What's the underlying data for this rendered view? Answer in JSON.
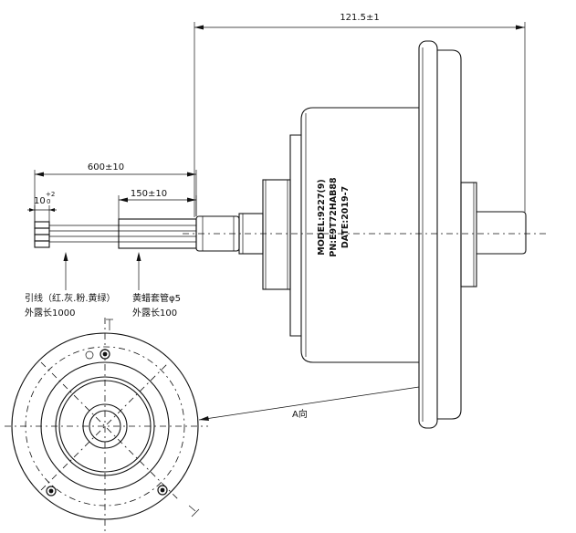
{
  "dimensions": {
    "overall_length": "121.5±1",
    "lead_length": "600±10",
    "sleeve_length": "150±10",
    "strip_base": "10",
    "strip_tol_upper": "+2",
    "strip_tol_lower": "0"
  },
  "nameplate": {
    "model": "MODEL:9227(9)",
    "pn": "PN:E9T72HAB88",
    "date": "DATE:2019-7"
  },
  "notes": {
    "wire_line1": "引线（红.灰.粉.黄绿）",
    "wire_line2": "外露长1000",
    "sleeve_line1": "黄蜡套管φ5",
    "sleeve_line2": "外露长100"
  },
  "view": {
    "arrow_label": "A向"
  }
}
